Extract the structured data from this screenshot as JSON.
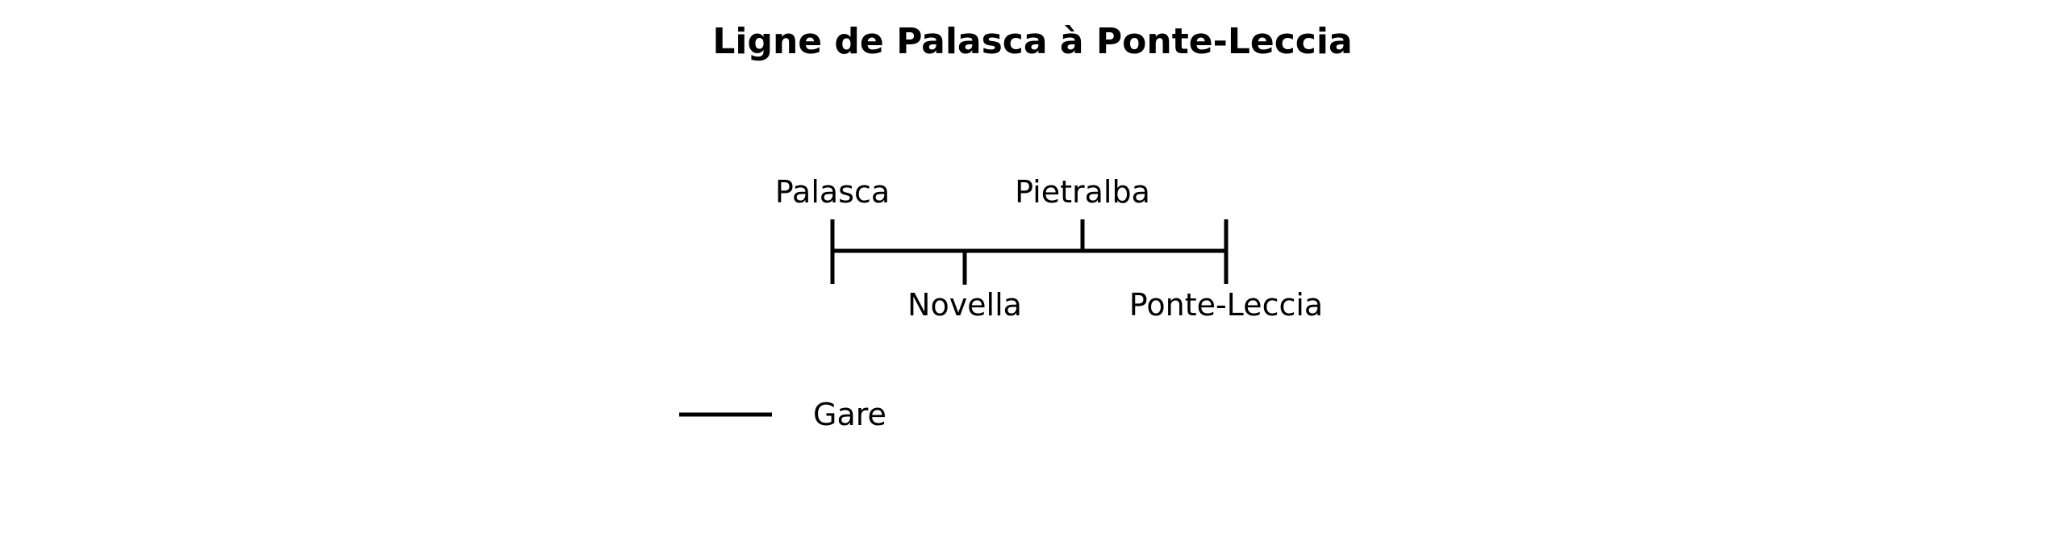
{
  "title": "Ligne de Palasca à Ponte-Leccia",
  "line": {
    "color": "#000000",
    "stations": [
      {
        "name": "Palasca",
        "position": 0,
        "type": "terminus",
        "label_side": "above"
      },
      {
        "name": "Novella",
        "position": 1,
        "type": "intermediate",
        "label_side": "below"
      },
      {
        "name": "Pietralba",
        "position": 2,
        "type": "intermediate",
        "label_side": "above"
      },
      {
        "name": "Ponte-Leccia",
        "position": 3,
        "type": "terminus",
        "label_side": "below"
      }
    ]
  },
  "legend": {
    "items": [
      {
        "label": "Gare",
        "symbol": "line"
      }
    ]
  }
}
